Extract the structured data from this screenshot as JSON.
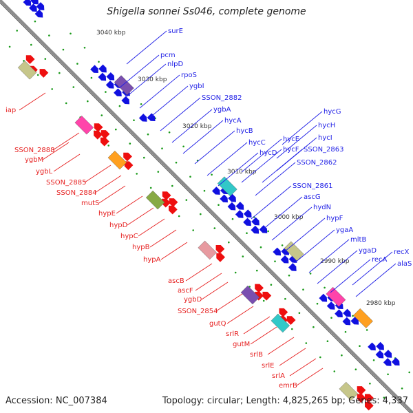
{
  "title": "Shigella sonnei Ss046, complete genome",
  "accession": "Accession: NC_007384",
  "summary": "Topology: circular; Length: 4,825,265 bp; Genes: 4,337",
  "colors": {
    "backbone": "#8c8c8c",
    "tick": "#1a9a1a",
    "forward_label": "#1f1fe6",
    "reverse_label": "#e61f1f",
    "forward_gene": "#1010e0",
    "reverse_gene": "#ee0f0f"
  },
  "position_labels": [
    "3040 kbp",
    "3030 kbp",
    "3020 kbp",
    "3010 kbp",
    "3000 kbp",
    "2990 kbp",
    "2980 kbp"
  ],
  "forward_labels": [
    "surE",
    "pcm",
    "nlpD",
    "rpoS",
    "ygbI",
    "SSON_2882",
    "ygbA",
    "hycA",
    "hycB",
    "hycC",
    "hycD",
    "hycE",
    "hycF",
    "hycG",
    "hycH",
    "hycI",
    "SSON_2863",
    "SSON_2862",
    "SSON_2861",
    "ascG",
    "hydN",
    "hypF",
    "ygaA",
    "mltB",
    "ygaD",
    "recA",
    "recX",
    "alaS"
  ],
  "reverse_labels": [
    "iap",
    "SSON_2888",
    "ygbM",
    "ygbL",
    "SSON_2885",
    "SSON_2884",
    "mutS",
    "hypE",
    "hypD",
    "hypC",
    "hypB",
    "hypA",
    "ascB",
    "ascF",
    "ygbD",
    "SSON_2854",
    "gutQ",
    "srlR",
    "gutM",
    "srlB",
    "srlE",
    "srlA",
    "emrB"
  ]
}
